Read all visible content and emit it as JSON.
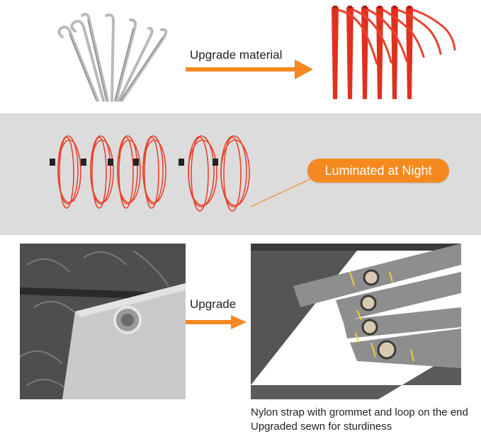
{
  "top": {
    "label": "Upgrade material"
  },
  "middle": {
    "badge": "Luminated at Night"
  },
  "bottom": {
    "label": "Upgrade",
    "caption_line1": "Nylon strap with grommet and loop on the end",
    "caption_line2": "Upgraded sewn for sturdiness"
  },
  "colors": {
    "accent": "#f5891f",
    "band": "#dcdcdc",
    "stake_red": "#e0301e"
  }
}
